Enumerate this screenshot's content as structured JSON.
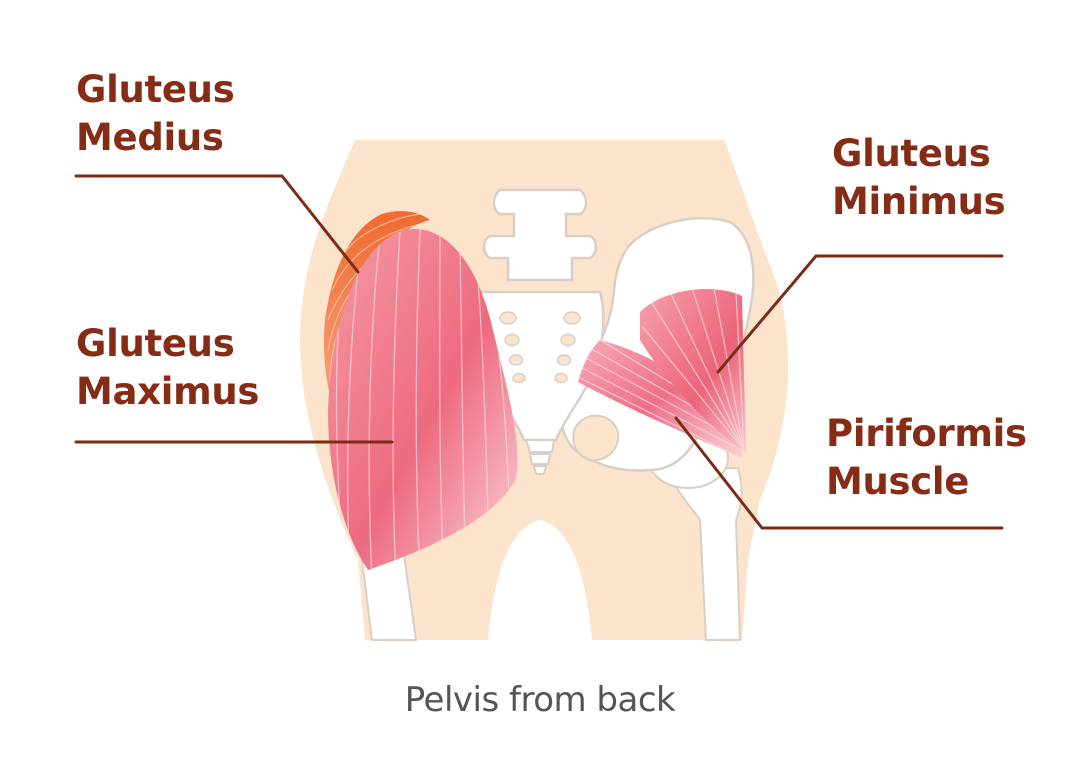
{
  "labels": {
    "gluteus_medius": [
      "Gluteus",
      "Medius"
    ],
    "gluteus_maximus": [
      "Gluteus",
      "Maximus"
    ],
    "gluteus_minimus": [
      "Gluteus",
      "Minimus"
    ],
    "piriformis": [
      "Piriformis",
      "Muscle"
    ]
  },
  "caption": "Pelvis from back",
  "colors": {
    "label_text": "#862c15",
    "leader_line": "#7a2c15",
    "skin": "#fbe3cc",
    "bone": "#ffffff",
    "bone_outline": "#d9cfc7",
    "muscle_maximus": "#ee6a80",
    "muscle_medius": "#f07a3c",
    "muscle_piriformis": "#ec7088",
    "caption_text": "#555555"
  }
}
